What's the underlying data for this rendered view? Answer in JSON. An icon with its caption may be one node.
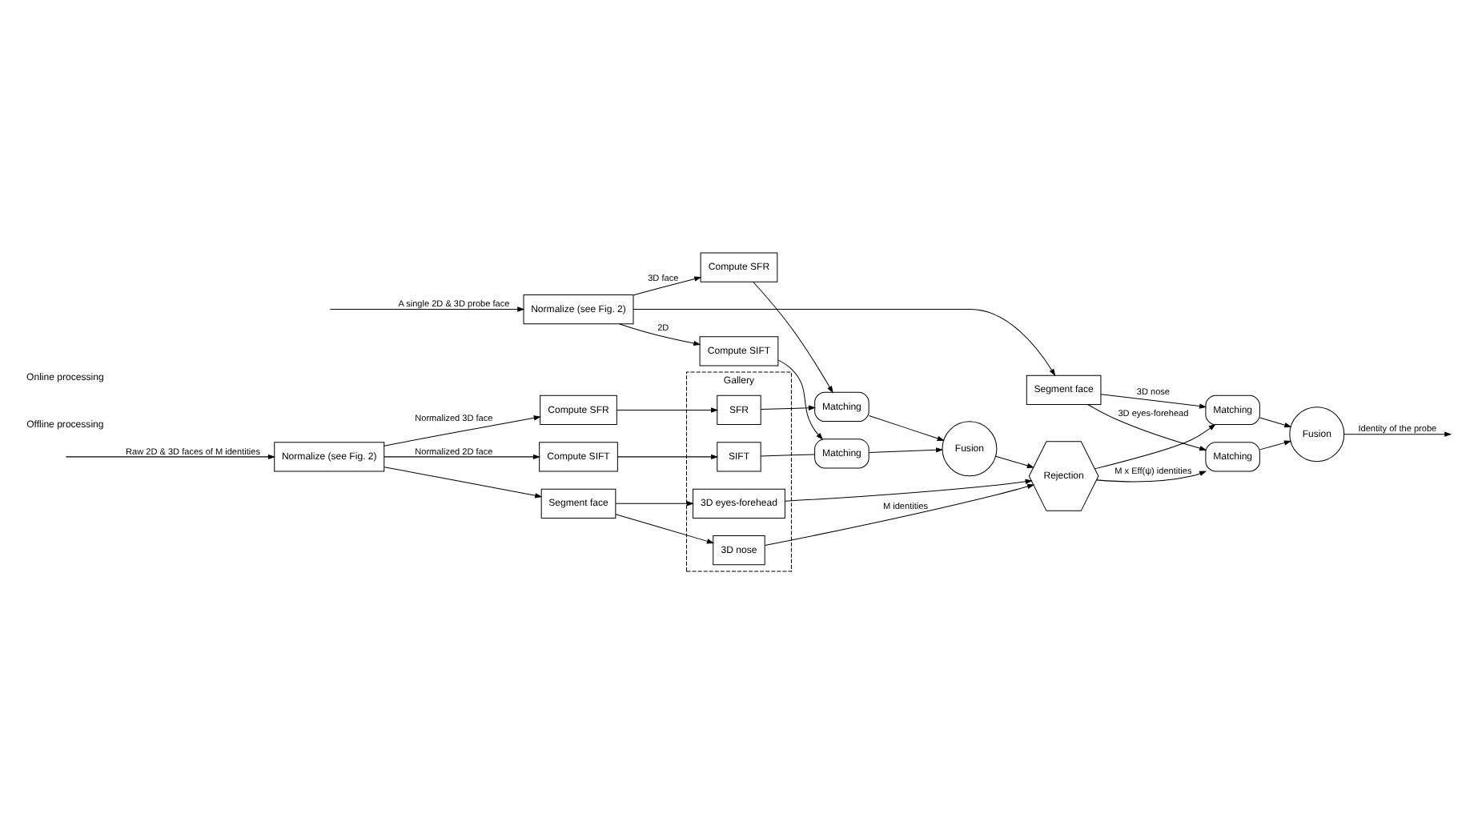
{
  "diagram": {
    "nodes": [
      {
        "text": [
          "Normalize (see Fig. 2)"
        ]
      },
      {
        "text": [
          "Compute SIFT"
        ]
      },
      {
        "text": [
          "Compute SFR"
        ]
      },
      {
        "text": [
          "Segment face"
        ]
      },
      {
        "text": [
          "Gallery"
        ]
      },
      {
        "text": [
          "SIFT"
        ],
        "in": 4
      },
      {
        "text": [
          "SFR"
        ],
        "in": 4
      },
      {
        "text": [
          "3D nose"
        ],
        "in": 4
      },
      {
        "text": [
          "3D eyes-forehead"
        ],
        "in": 4
      },
      {
        "text": [
          "Normalize (see Fig. 2)"
        ]
      },
      {
        "text": [
          "Compute SIFT"
        ]
      },
      {
        "text": [
          "Matching"
        ]
      },
      {
        "text": [
          "Fusion"
        ]
      },
      {
        "text": [
          "Rejection"
        ]
      },
      {
        "text": [
          "Compute SFR"
        ]
      },
      {
        "text": [
          "Matching"
        ]
      },
      {
        "text": [
          "Segment face"
        ]
      },
      {
        "text": [
          "Matching"
        ]
      },
      {
        "text": [
          "Matching"
        ]
      },
      {
        "text": [
          "Fusion"
        ]
      }
    ],
    "edges": [
      {
        "from": null,
        "to": 0,
        "arrow": "to",
        "label": "Raw 2D & 3D faces of M identities"
      },
      {
        "from": 0,
        "to": 1,
        "arrow": "to",
        "label": "Normalized 2D face"
      },
      {
        "from": 0,
        "to": 2,
        "arrow": "to",
        "label": "Normalized 3D face"
      },
      {
        "from": 0,
        "to": 3,
        "arrow": "to"
      },
      {
        "from": 1,
        "to": 5,
        "arrow": "to"
      },
      {
        "from": 2,
        "to": 6,
        "arrow": "to"
      },
      {
        "from": 3,
        "to": 7,
        "arrow": "to"
      },
      {
        "from": 3,
        "to": 8,
        "arrow": "to"
      },
      {
        "from": null,
        "to": 9,
        "arrow": "to",
        "label": "A single 2D & 3D probe face"
      },
      {
        "from": 9,
        "to": 10,
        "arrow": "to",
        "label": "2D"
      },
      {
        "from": 9,
        "to": 14,
        "arrow": "to",
        "label": "3D face"
      },
      {
        "from": 9,
        "to": 16,
        "arrow": "to"
      },
      {
        "from": 10,
        "to": 11,
        "arrow": "to"
      },
      {
        "from": 5,
        "to": 11,
        "arrow": "none"
      },
      {
        "from": 11,
        "to": 12,
        "arrow": "to"
      },
      {
        "from": 6,
        "to": 15,
        "arrow": "to"
      },
      {
        "from": 14,
        "to": 15,
        "arrow": "to"
      },
      {
        "from": 15,
        "to": 12,
        "arrow": "to"
      },
      {
        "from": 12,
        "to": 13,
        "arrow": "to"
      },
      {
        "from": 7,
        "to": 13,
        "arrow": "to",
        "label": "M identities"
      },
      {
        "from": 8,
        "to": 13,
        "arrow": "to"
      },
      {
        "from": 13,
        "to": 17,
        "arrow": "to"
      },
      {
        "from": 13,
        "to": 18,
        "arrow": "to",
        "label": "M x Eff(ψ) identities"
      },
      {
        "from": 16,
        "to": 17,
        "arrow": "to",
        "label": "3D nose"
      },
      {
        "from": 16,
        "to": 18,
        "arrow": "to",
        "label": "3D eyes-forehead"
      },
      {
        "from": 17,
        "to": 19,
        "arrow": "to"
      },
      {
        "from": 18,
        "to": 19,
        "arrow": "to"
      },
      {
        "from": 19,
        "to": null,
        "arrow": "to",
        "label": "Identity of the probe"
      }
    ],
    "labels": [
      "Offline processing",
      "Online processing"
    ]
  }
}
